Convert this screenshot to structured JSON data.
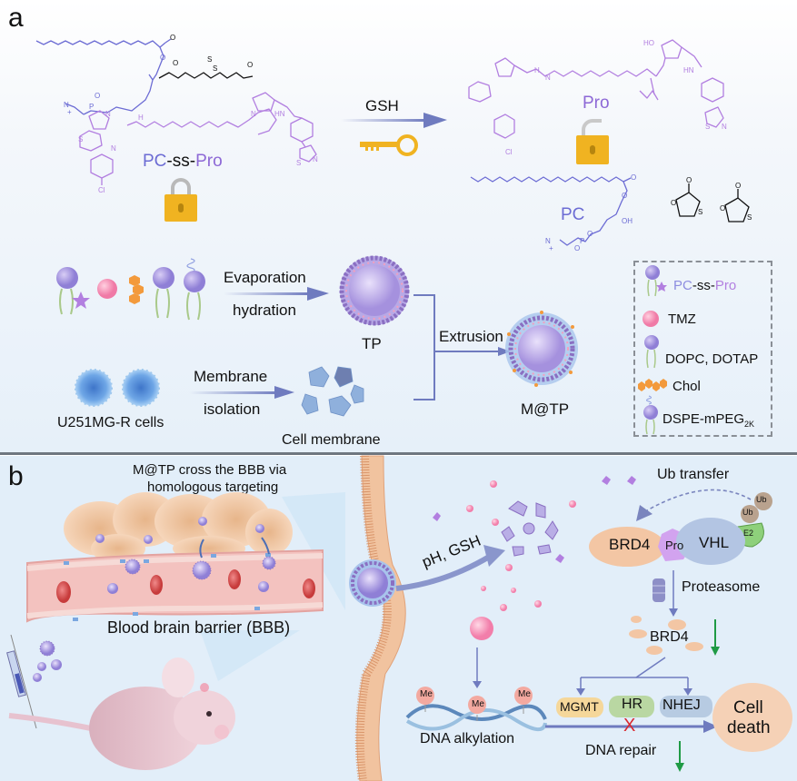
{
  "colors": {
    "lipid_blue": "#6c6cd4",
    "pro_purple": "#b27fe0",
    "arrow_blue": "#6f7bbf",
    "lock_gold": "#f0b321",
    "tmz_pink": "#f48fb6",
    "chol_orange": "#f39a3c",
    "green_down": "#1f9a45",
    "red_x": "#d9282f",
    "panel_b_bg": "#e2eef9"
  },
  "panel_a": {
    "label": "a",
    "reactant": {
      "prefix": "PC",
      "linker": "-ss-",
      "suffix": "Pro",
      "lock_state": "locked"
    },
    "trigger": {
      "label": "GSH",
      "icon": "key-icon"
    },
    "products": {
      "pro_label": "Pro",
      "pro_lock_state": "unlocked",
      "pc_label": "PC",
      "byproduct": "1,3-oxathiolan-2-one (x2)"
    },
    "chem_atoms": {
      "O": "O",
      "N": "N",
      "S": "S",
      "P": "P",
      "HN": "HN",
      "H": "H",
      "HO": "HO",
      "OH": "OH",
      "Cl": "Cl",
      "minus": "-",
      "plus": "+"
    },
    "preparation": {
      "step1_top": "Evaporation",
      "step1_bottom": "hydration",
      "intermediate": "TP",
      "cells_label": "U251MG-R cells",
      "step2_top": "Membrane",
      "step2_bottom": "isolation",
      "membrane_label": "Cell membrane",
      "combine_step": "Extrusion",
      "final_product": "M@TP"
    },
    "legend": {
      "items": [
        {
          "key": "pc-ss-pro",
          "prefix": "PC",
          "mid": "-ss-",
          "suffix": "Pro"
        },
        {
          "key": "tmz",
          "label": "TMZ"
        },
        {
          "key": "dopc-dotap",
          "label": "DOPC, DOTAP"
        },
        {
          "key": "chol",
          "label": "Chol"
        },
        {
          "key": "dspe-mpeg",
          "label": "DSPE-mPEG",
          "subscript": "2K"
        }
      ]
    }
  },
  "panel_b": {
    "label": "b",
    "bbb_caption_line1": "M@TP cross the BBB via",
    "bbb_caption_line2": "homologous targeting",
    "bbb_label": "Blood brain barrier (BBB)",
    "release_trigger": "pH, GSH",
    "ub_transfer": "Ub transfer",
    "ub": "Ub",
    "e2": "E2",
    "brd4": "BRD4",
    "pro": "Pro",
    "vhl": "VHL",
    "proteasome": "Proteasome",
    "brd4_degraded": "BRD4",
    "methyl": "Me",
    "dna_alkylation": "DNA alkylation",
    "repair_proteins": [
      "MGMT",
      "HR",
      "NHEJ"
    ],
    "dna_repair": "DNA repair",
    "block_mark": "X",
    "cell_death_line1": "Cell",
    "cell_death_line2": "death"
  }
}
